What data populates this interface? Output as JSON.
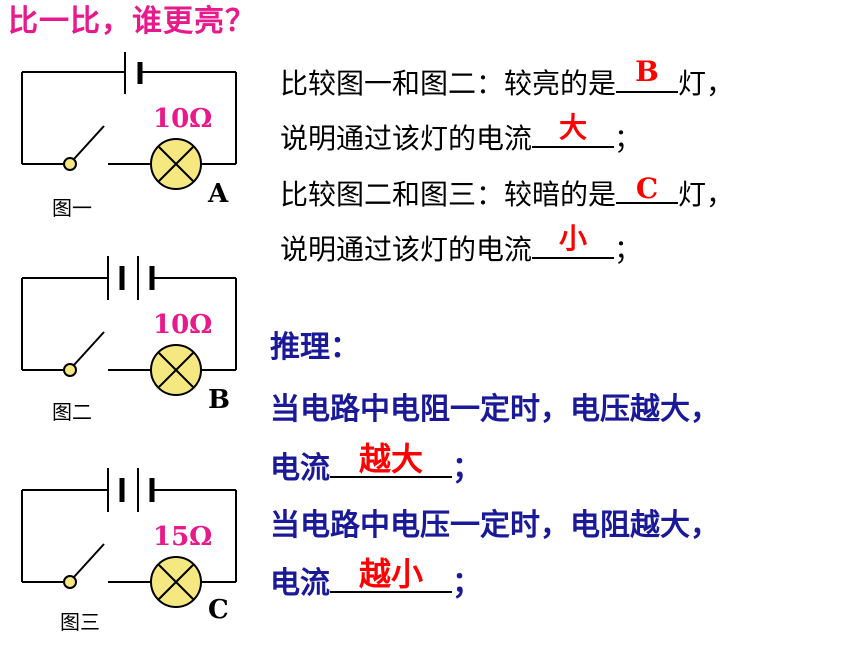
{
  "title": "比一比，谁更亮？",
  "circuits": [
    {
      "caption": "图一",
      "resistance": "10Ω",
      "lamp": "A"
    },
    {
      "caption": "图二",
      "resistance": "10Ω",
      "lamp": "B"
    },
    {
      "caption": "图三",
      "resistance": "15Ω",
      "lamp": "C"
    }
  ],
  "questions": {
    "q1_prefix": "比较图一和图二：较亮的是",
    "q1_answer": "B",
    "q1_suffix": "灯，",
    "q2_prefix": "说明通过该灯的电流",
    "q2_answer": "大",
    "q2_suffix": "；",
    "q3_prefix": "比较图二和图三：较暗的是",
    "q3_answer": "C",
    "q3_suffix": "灯，",
    "q4_prefix": "说明通过该灯的电流",
    "q4_answer": "小",
    "q4_suffix": "；"
  },
  "reasoning": {
    "heading": "推理：",
    "line1": "当电路中电阻一定时，电压越大，",
    "line2_prefix": "电流",
    "line2_answer": "越大",
    "line2_suffix": "；",
    "line3": "当电路中电压一定时，电阻越大，",
    "line4_prefix": "电流",
    "line4_answer": "越小",
    "line4_suffix": "；"
  },
  "colors": {
    "title": "#e8198b",
    "answer": "#ff0000",
    "reasoning": "#1a1a99",
    "lamp_fill": "#f5e880"
  }
}
